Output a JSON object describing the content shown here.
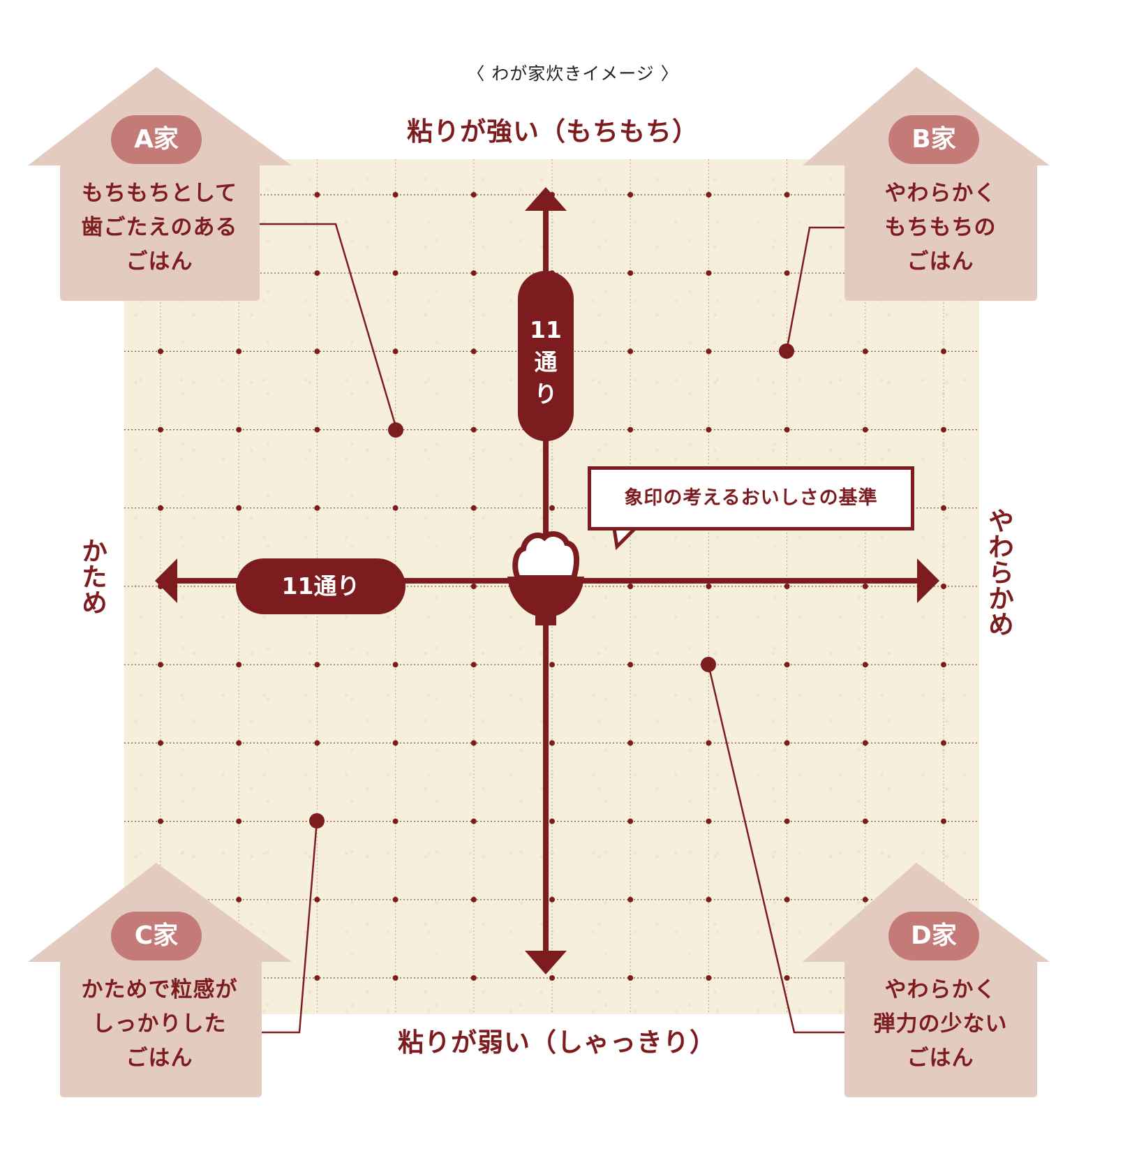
{
  "title": "〈 わが家炊きイメージ 〉",
  "axes": {
    "top": "粘りが強い（もちもち）",
    "bottom": "粘りが弱い（しゃっきり）",
    "left": "かため",
    "right": "やわらかめ",
    "vertical_pill": {
      "num": "11",
      "line1": "通",
      "line2": "り"
    },
    "horizontal_pill": "11通り"
  },
  "center": {
    "icon": "rice-bowl-icon",
    "callout": "象印の考えるおいしさの基準"
  },
  "houses": [
    {
      "id": "A",
      "name": "A家",
      "lines": [
        "もちもちとして",
        "歯ごたえのある",
        "ごはん"
      ]
    },
    {
      "id": "B",
      "name": "B家",
      "lines": [
        "やわらかく",
        "もちもちの",
        "ごはん"
      ]
    },
    {
      "id": "C",
      "name": "C家",
      "lines": [
        "かためで粒感が",
        "しっかりした",
        "ごはん"
      ]
    },
    {
      "id": "D",
      "name": "D家",
      "lines": [
        "やわらかく",
        "弾力の少ない",
        "ごはん"
      ]
    }
  ],
  "colors": {
    "accent": "#7d1c1f",
    "house_fill": "#e4cbc0",
    "badge": "#c47a77",
    "paper": "#f6efdc"
  },
  "chart_data": {
    "type": "scatter",
    "title": "〈 わが家炊きイメージ 〉",
    "xlabel": "かため ← → やわらかめ",
    "ylabel": "粘りが弱い（しゃっきり） ← → 粘りが強い（もちもち）",
    "grid": "11x11",
    "x_range": [
      -5,
      5
    ],
    "y_range": [
      -5,
      5
    ],
    "origin_label": "象印の考えるおいしさの基準",
    "points": [
      {
        "label": "A家",
        "x": -2,
        "y": 2,
        "desc": "もちもちとして歯ごたえのあるごはん"
      },
      {
        "label": "B家",
        "x": 3,
        "y": 3,
        "desc": "やわらかくもちもちのごはん"
      },
      {
        "label": "C家",
        "x": -3,
        "y": -3,
        "desc": "かためで粒感がしっかりしたごはん"
      },
      {
        "label": "D家",
        "x": 2,
        "y": -1,
        "desc": "やわらかく弾力の少ないごはん"
      }
    ]
  }
}
